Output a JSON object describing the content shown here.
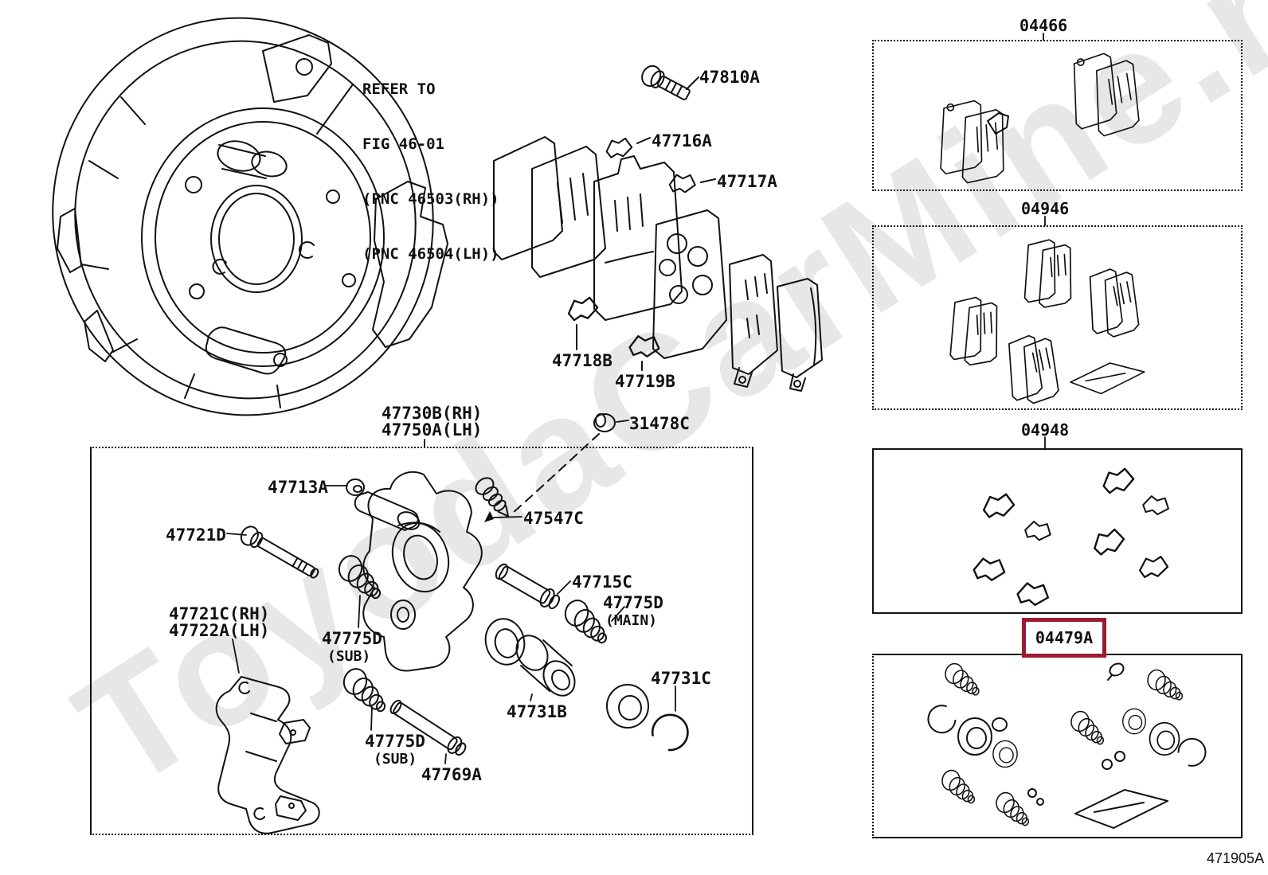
{
  "watermark": {
    "text": "ToyodaCarMine.ru",
    "color": "#e7e7e7"
  },
  "footer": {
    "figure_code": "471905A"
  },
  "colors": {
    "highlight_box": "#9b1b34",
    "line_art": "#111111",
    "background": "#ffffff"
  },
  "note": [
    "REFER TO",
    "FIG 46-01",
    "(PNC 46503(RH))",
    "(PNC 46504(LH))"
  ],
  "parts": [
    {
      "id": "47810A",
      "label": "47810A"
    },
    {
      "id": "47716A",
      "label": "47716A"
    },
    {
      "id": "47717A",
      "label": "47717A"
    },
    {
      "id": "47718B",
      "label": "47718B"
    },
    {
      "id": "47719B",
      "label": "47719B"
    },
    {
      "id": "47730B",
      "label": "47730B(RH)"
    },
    {
      "id": "47750A",
      "label": "47750A(LH)"
    },
    {
      "id": "31478C",
      "label": "31478C"
    },
    {
      "id": "47713A",
      "label": "47713A"
    },
    {
      "id": "47547C",
      "label": "47547C"
    },
    {
      "id": "47721D",
      "label": "47721D"
    },
    {
      "id": "47715C",
      "label": "47715C"
    },
    {
      "id": "47775D-MAIN",
      "label": "47775D",
      "sub": "(MAIN)"
    },
    {
      "id": "47721C",
      "label": "47721C(RH)"
    },
    {
      "id": "47722A",
      "label": "47722A(LH)"
    },
    {
      "id": "47775D-SUB-1",
      "label": "47775D",
      "sub": "(SUB)"
    },
    {
      "id": "47775D-SUB-2",
      "label": "47775D",
      "sub": "(SUB)"
    },
    {
      "id": "47731B",
      "label": "47731B"
    },
    {
      "id": "47731C",
      "label": "47731C"
    },
    {
      "id": "47769A",
      "label": "47769A"
    }
  ],
  "kits": [
    {
      "code": "04466",
      "highlighted": false
    },
    {
      "code": "04946",
      "highlighted": false
    },
    {
      "code": "04948",
      "highlighted": false
    },
    {
      "code": "04479A",
      "highlighted": true
    }
  ]
}
